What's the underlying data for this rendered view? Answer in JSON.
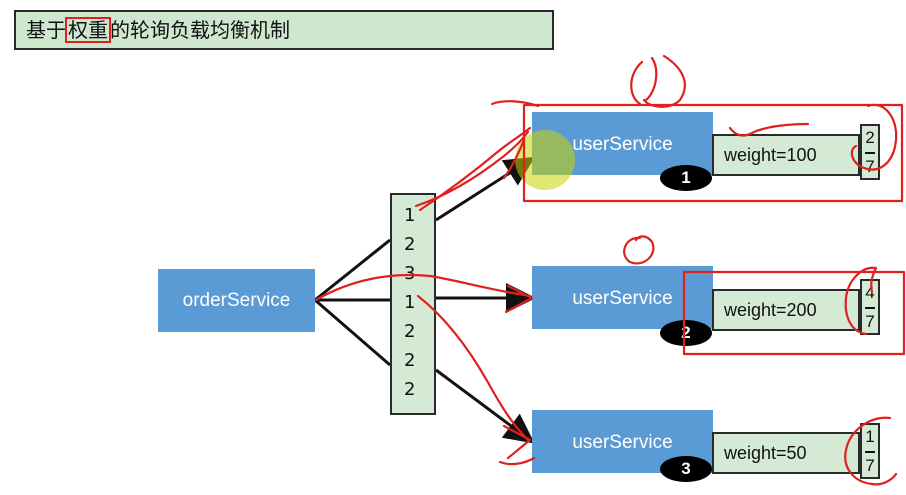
{
  "title": {
    "prefix": "基于",
    "highlight": "权重",
    "suffix": "的轮询负载均衡机制"
  },
  "order_service": {
    "label": "orderService"
  },
  "sequence": [
    "1",
    "2",
    "3",
    "1",
    "2",
    "2",
    "2"
  ],
  "user_services": [
    {
      "label": "userService",
      "badge": "1",
      "weight": "weight=100",
      "numerator": "2",
      "denominator": "7"
    },
    {
      "label": "userService",
      "badge": "2",
      "weight": "weight=200",
      "numerator": "4",
      "denominator": "7"
    },
    {
      "label": "userService",
      "badge": "3",
      "weight": "weight=50",
      "numerator": "1",
      "denominator": "7"
    }
  ],
  "colors": {
    "service": "#5b9bd5",
    "panel": "#d4ead4",
    "annotation": "#e02020",
    "highlight": "#c8d400"
  }
}
